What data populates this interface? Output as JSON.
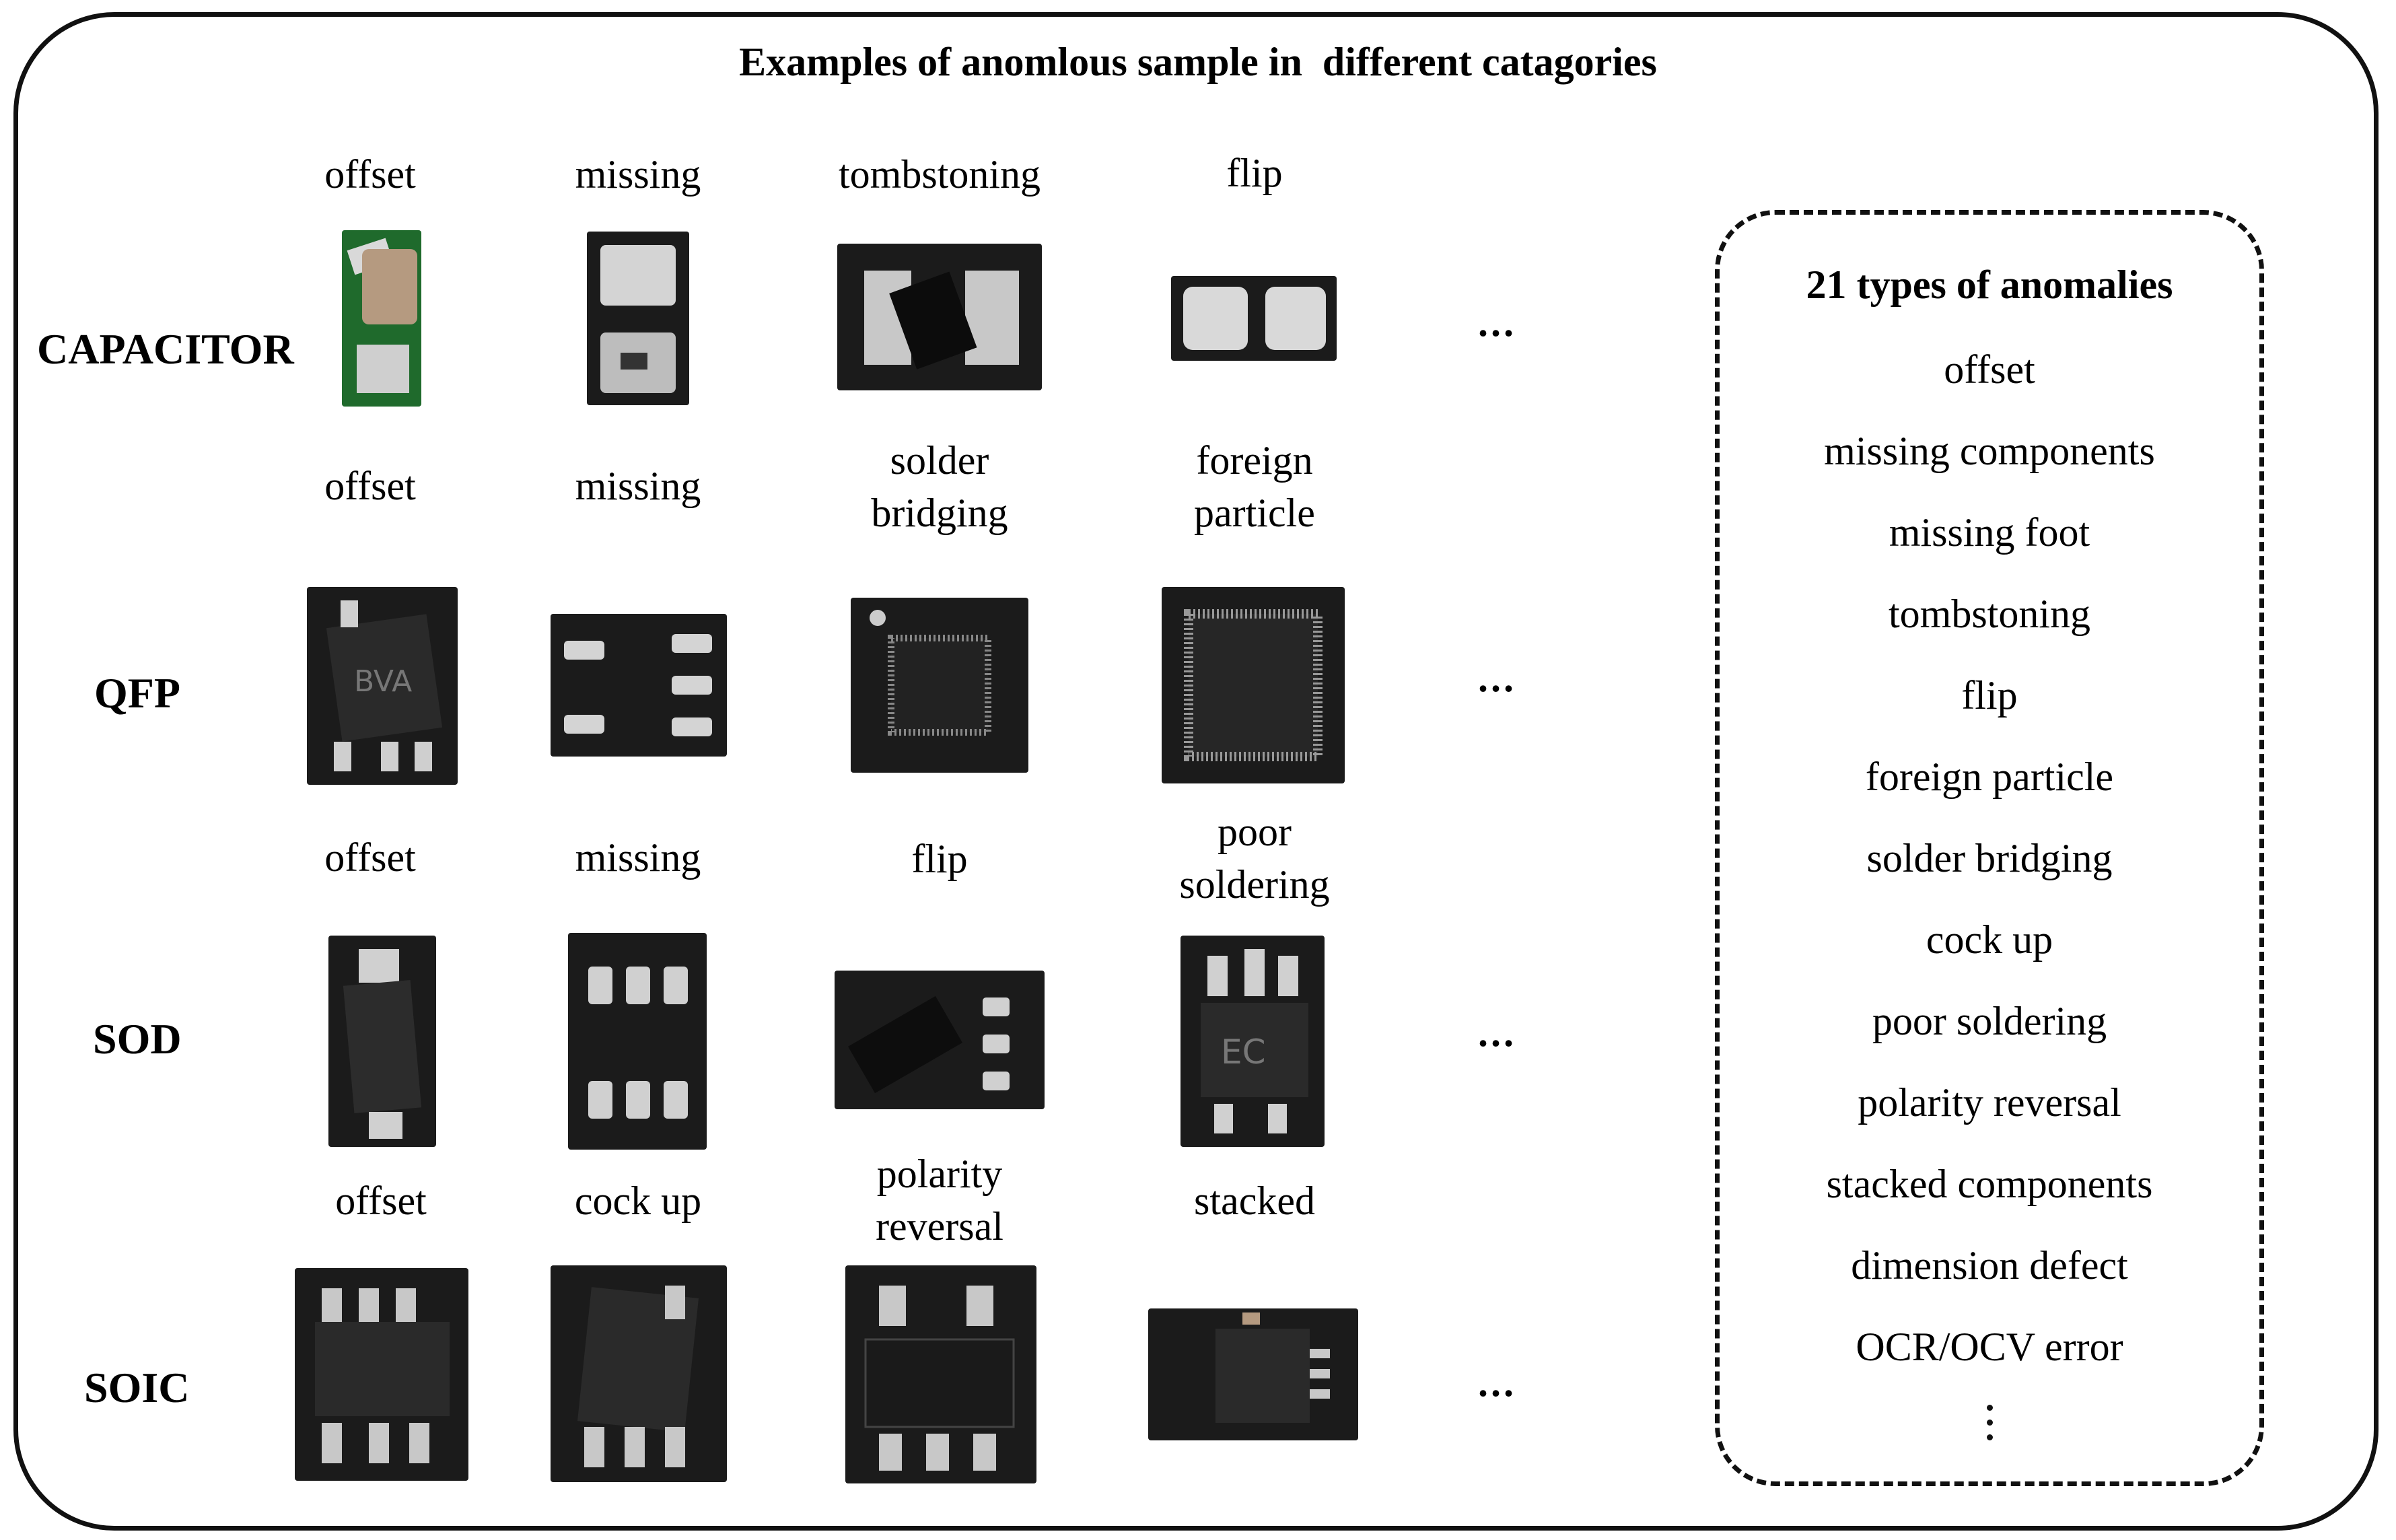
{
  "title": "Examples of anomlous sample in  different catagories",
  "rows": [
    {
      "name": "CAPACITOR",
      "labels": [
        "offset",
        "missing",
        "tombstoning",
        "flip"
      ]
    },
    {
      "name": "QFP",
      "labels": [
        "offset",
        "missing",
        "solder\nbridging",
        "foreign\nparticle"
      ]
    },
    {
      "name": "SOD",
      "labels": [
        "offset",
        "missing",
        "flip",
        "poor\nsoldering"
      ]
    },
    {
      "name": "SOIC",
      "labels": [
        "offset",
        "cock up",
        "polarity\nreversal",
        "stacked"
      ]
    }
  ],
  "ellipsis": "...",
  "legend": {
    "title": "21 types of anomalies",
    "items": [
      "offset",
      "missing components",
      "missing foot",
      "tombstoning",
      "flip",
      "foreign particle",
      "solder bridging",
      "cock up",
      "poor soldering",
      "polarity reversal",
      "stacked components",
      "dimension defect",
      "OCR/OCV error"
    ]
  },
  "colors": {
    "border": "#111111",
    "pcb_black": "#1b1b1b",
    "pcb_green": "#1f6a2c",
    "pad_silver": "#d9d9d9"
  }
}
